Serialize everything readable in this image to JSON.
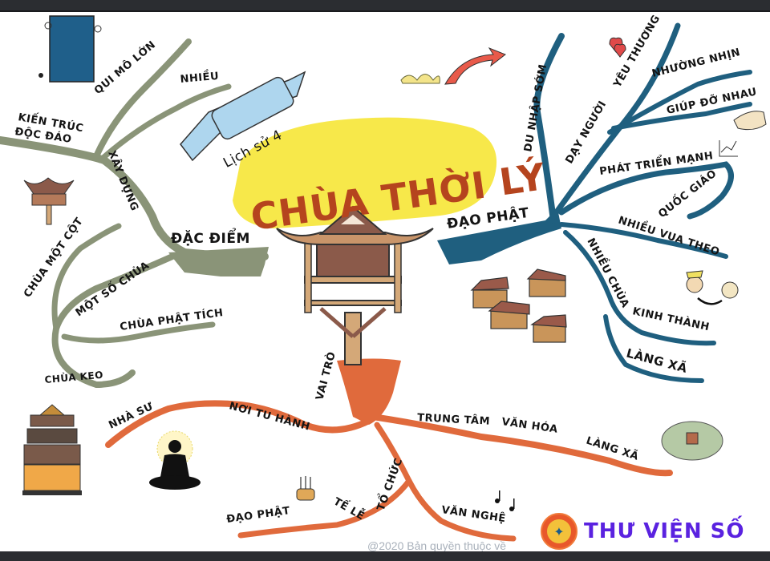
{
  "title": {
    "main": "CHÙA THỜI LÝ",
    "ribbon": "Lịch sử 4",
    "title_color": "#b5441e",
    "highlight_color": "#f7e84a"
  },
  "branches": {
    "dac_diem": {
      "label": "ĐẶC ĐIỂM",
      "color": "#8a9478",
      "sub": {
        "xay_dung": {
          "label": "XÂY DỰNG",
          "items": [
            "QUI MÔ LỚN",
            "NHIỀU",
            "KIẾN TRÚC",
            "ĐỘC ĐÁO"
          ]
        },
        "mot_so_chua": {
          "label": "MỘT SỐ CHÙA",
          "items": [
            "CHÙA MỘT CỘT",
            "CHÙA PHẬT TÍCH",
            "CHÙA KEO"
          ]
        }
      }
    },
    "dao_phat": {
      "label": "ĐẠO PHẬT",
      "color": "#1f5f7f",
      "items": [
        "DU NHẬP SỚM",
        "DẠY NGƯỜI",
        "YÊU THƯƠNG",
        "NHƯỜNG NHỊN",
        "GIÚP ĐỠ NHAU",
        "PHÁT TRIỂN MẠNH",
        "QUỐC GIÁO",
        "NHIỀU VUA THEO",
        "NHIỀU CHÙA",
        "KINH THÀNH",
        "LÀNG XÃ"
      ]
    },
    "vai_tro": {
      "label": "VAI TRÒ",
      "color": "#e06a3c",
      "items": [
        "NHÀ SƯ",
        "NƠI TU HÀNH",
        "TRUNG TÂM",
        "VĂN HÓA",
        "LÀNG XÃ",
        "TỔ CHỨC",
        "TẾ LỄ",
        "ĐẠO PHẬT",
        "VĂN NGHỆ"
      ]
    }
  },
  "footer": {
    "copyright": "@2020 Bản quyền thuộc về",
    "logo_text": "THƯ VIỆN SỐ",
    "logo_color": "#5a22e0"
  }
}
